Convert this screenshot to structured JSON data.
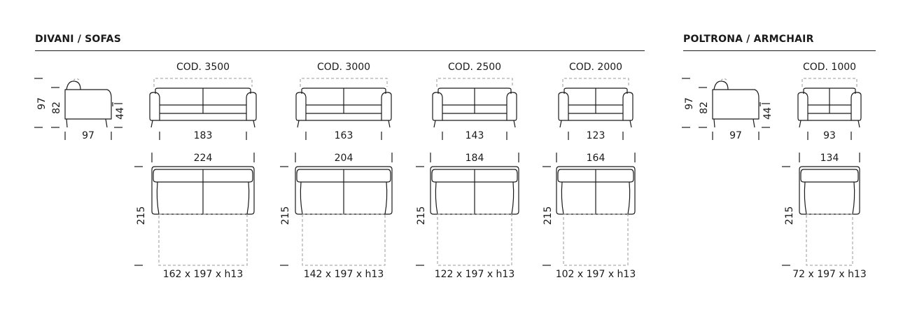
{
  "sections": {
    "sofas_title": "DIVANI / SOFAS",
    "armchair_title": "POLTRONA / ARMCHAIR"
  },
  "side_view": {
    "height_total": "97",
    "height_back": "82",
    "seat_height": "44",
    "depth": "97"
  },
  "models": [
    {
      "code": "COD. 3500",
      "front_width": "183",
      "open_width": "224",
      "open_depth": "215",
      "mattress": "162 x 197 x h13"
    },
    {
      "code": "COD. 3000",
      "front_width": "163",
      "open_width": "204",
      "open_depth": "215",
      "mattress": "142 x 197 x h13"
    },
    {
      "code": "COD. 2500",
      "front_width": "143",
      "open_width": "184",
      "open_depth": "215",
      "mattress": "122 x 197 x h13"
    },
    {
      "code": "COD. 2000",
      "front_width": "123",
      "open_width": "164",
      "open_depth": "215",
      "mattress": "102 x 197 x h13"
    },
    {
      "code": "COD. 1000",
      "front_width": "93",
      "open_width": "134",
      "open_depth": "215",
      "mattress": "72 x 197 x h13"
    }
  ],
  "colors": {
    "line": "#1a1a1a",
    "dash": "#9a9a9a"
  }
}
